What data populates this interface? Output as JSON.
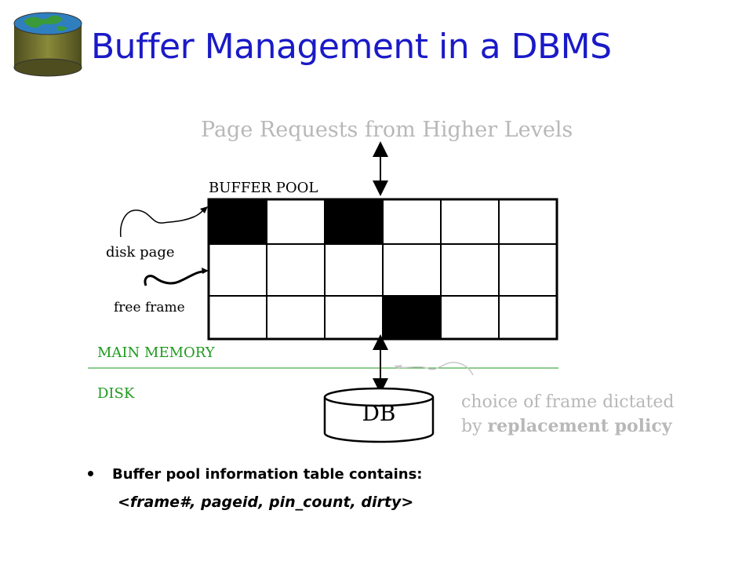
{
  "title": "Buffer Management in a DBMS",
  "logo": {
    "icon": "database-globe-icon"
  },
  "diagram": {
    "page_requests": "Page Requests from Higher Levels",
    "buffer_pool": "BUFFER POOL",
    "disk_page": "disk page",
    "free_frame": "free frame",
    "main_memory": "MAIN MEMORY",
    "disk": "DISK",
    "db": "DB",
    "policy_line1": "choice of frame dictated",
    "policy_line2_prefix": "by ",
    "policy_line2_bold": "replacement policy",
    "grid": {
      "rows": 3,
      "cols": 6,
      "filled_frames": [
        [
          0,
          0
        ],
        [
          0,
          2
        ],
        [
          2,
          3
        ]
      ]
    }
  },
  "bullet": {
    "line1": "Buffer pool information table contains:",
    "line2": "<frame#, pageid, pin_count, dirty>"
  },
  "colors": {
    "title": "#1a1ac8",
    "green": "#1e9a1e",
    "gray": "#b8b8b8"
  }
}
